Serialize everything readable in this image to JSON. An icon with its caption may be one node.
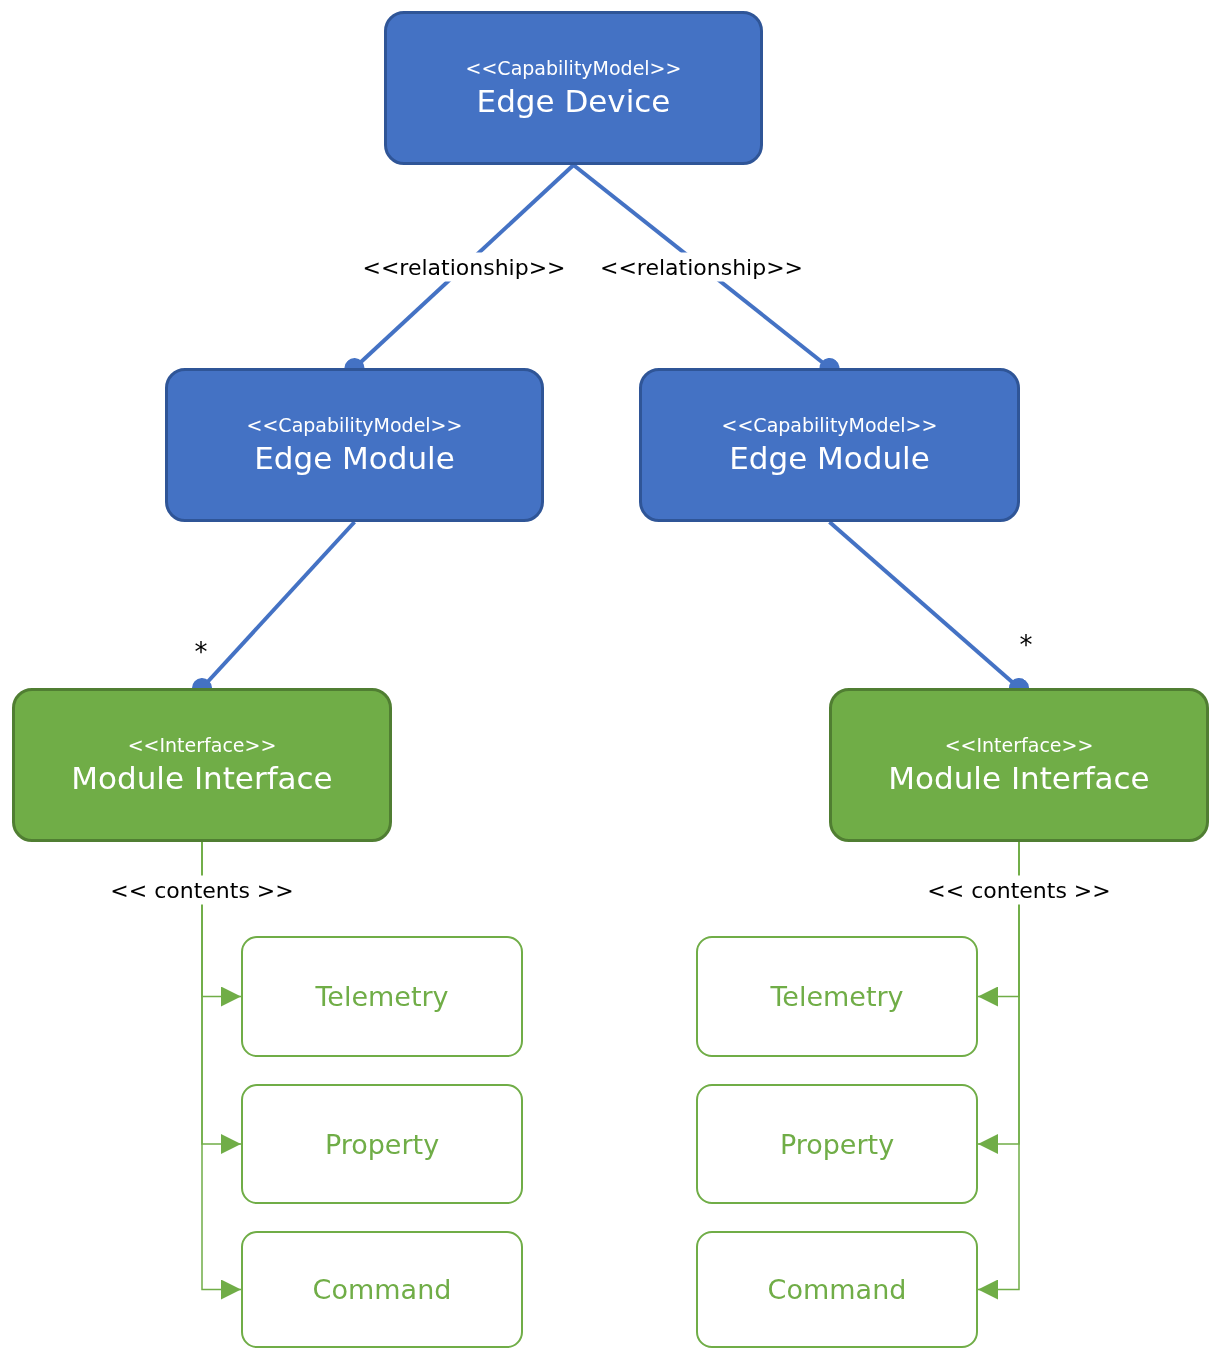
{
  "diagram": {
    "nodes": [
      {
        "text": [
          "<<CapabilityModel>>",
          "Edge Device"
        ]
      },
      {
        "text": [
          "<<CapabilityModel>>",
          "Edge Module"
        ]
      },
      {
        "text": [
          "<<CapabilityModel>>",
          "Edge Module"
        ]
      },
      {
        "text": [
          "<<Interface>>",
          "Module Interface"
        ]
      },
      {
        "text": [
          "<<Interface>>",
          "Module Interface"
        ]
      },
      {
        "text": [
          "Telemetry"
        ]
      },
      {
        "text": [
          "Property"
        ]
      },
      {
        "text": [
          "Command"
        ]
      },
      {
        "text": [
          "Telemetry"
        ]
      },
      {
        "text": [
          "Property"
        ]
      },
      {
        "text": [
          "Command"
        ]
      }
    ],
    "edges": [
      {
        "from": 0,
        "to": 1,
        "arrow": "other",
        "label": "<<relationship>>",
        "style": "thick",
        "color": "#4472c4"
      },
      {
        "from": 0,
        "to": 2,
        "arrow": "other",
        "label": "<<relationship>>",
        "style": "thick",
        "color": "#4472c4"
      },
      {
        "from": 1,
        "to": 3,
        "arrow": "other",
        "style": "thick",
        "color": "#4472c4"
      },
      {
        "from": 2,
        "to": 4,
        "arrow": "other",
        "style": "thick",
        "color": "#4472c4"
      },
      {
        "from": 3,
        "to": 5,
        "arrow": "to",
        "label": "<< contents >>"
      },
      {
        "from": 3,
        "to": 6,
        "arrow": "to"
      },
      {
        "from": 3,
        "to": 7,
        "arrow": "to"
      },
      {
        "from": 4,
        "to": 8,
        "arrow": "to",
        "label": "<< contents >>"
      },
      {
        "from": 4,
        "to": 9,
        "arrow": "to"
      },
      {
        "from": 4,
        "to": 10,
        "arrow": "to"
      }
    ],
    "labels": [
      "*",
      "*"
    ]
  }
}
